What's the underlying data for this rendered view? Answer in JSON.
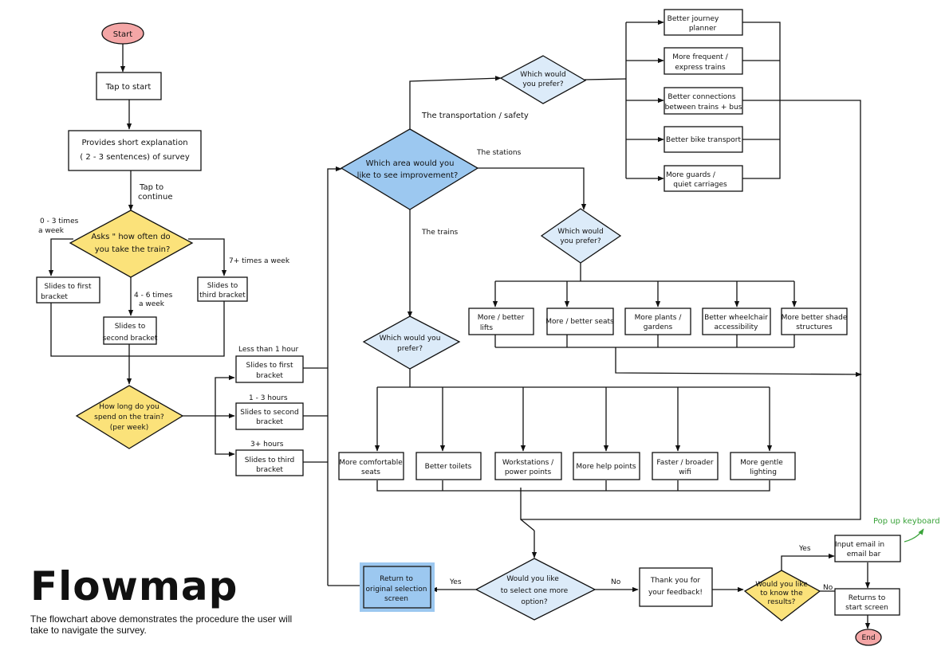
{
  "title": "Flowmap",
  "caption": "The flowchart above demonstrates the procedure the user will take to navigate the survey.",
  "colors": {
    "terminal_fill": "#f4a6a6",
    "blue_fill": "#9cc8f0",
    "light_blue_fill": "#dcebf9",
    "yellow_fill": "#fbe27a",
    "annotation": "#3aa33a"
  },
  "nodes": {
    "start": "Start",
    "tap_to_start": "Tap to start",
    "explanation": [
      "Provides short explanation",
      "( 2 - 3 sentences) of survey"
    ],
    "q_frequency": [
      "Asks \" how often do",
      "you take the train?"
    ],
    "first_bracket_freq": [
      "Slides to first",
      "bracket"
    ],
    "second_bracket_freq": [
      "Slides to",
      "second bracket"
    ],
    "third_bracket_freq": [
      "Slides to",
      "third bracket"
    ],
    "q_duration": [
      "How long do you",
      "spend on the train?",
      "(per week)"
    ],
    "first_bracket_dur": [
      "Slides to first",
      "bracket"
    ],
    "second_bracket_dur": [
      "Slides to second",
      "bracket"
    ],
    "third_bracket_dur": [
      "Slides to third",
      "bracket"
    ],
    "q_area": [
      "Which area would you",
      "like to see improvement?"
    ],
    "q_prefer_transport": [
      "Which would",
      "you prefer?"
    ],
    "q_prefer_stations": [
      "Which would",
      "you prefer?"
    ],
    "q_prefer_trains": [
      "Which would you",
      "prefer?"
    ],
    "transport_options": [
      [
        "Better journey",
        "planner"
      ],
      [
        "More frequent /",
        "express trains"
      ],
      [
        "Better connections",
        "between trains + bus"
      ],
      [
        "Better bike transport"
      ],
      [
        "More guards /",
        "quiet carriages"
      ]
    ],
    "station_options": [
      [
        "More / better",
        "lifts"
      ],
      [
        "More / better seats"
      ],
      [
        "More plants /",
        "gardens"
      ],
      [
        "Better wheelchair",
        "accessibility"
      ],
      [
        "More better shade",
        "structures"
      ]
    ],
    "train_options": [
      [
        "More comfortable",
        "seats"
      ],
      [
        "Better toilets"
      ],
      [
        "Workstations /",
        "power points"
      ],
      [
        "More help points"
      ],
      [
        "Faster / broader",
        "wifi"
      ],
      [
        "More gentle",
        "lighting"
      ]
    ],
    "return_original": [
      "Return to",
      "original selection",
      "screen"
    ],
    "q_one_more": [
      "Would you like",
      "to select one more",
      "option?"
    ],
    "thank_you": [
      "Thank you for",
      "your feedback!"
    ],
    "q_results": [
      "Would you like",
      "to know the",
      "results?"
    ],
    "input_email": [
      "Input email in",
      "email bar"
    ],
    "returns_start": [
      "Returns to",
      "start screen"
    ],
    "end": "End"
  },
  "edge_labels": {
    "tap_continue": [
      "Tap to",
      "continue"
    ],
    "freq_0_3": [
      "0 - 3 times",
      "a week"
    ],
    "freq_4_6": [
      "4 - 6 times",
      "a week"
    ],
    "freq_7": "7+ times a week",
    "dur_lt1": "Less than 1 hour",
    "dur_1_3": "1 - 3 hours",
    "dur_3": "3+ hours",
    "transport": "The transportation / safety",
    "stations": "The stations",
    "trains": "The trains",
    "yes_return": "Yes",
    "no_thanks": "No",
    "yes_email": "Yes",
    "no_results": "No",
    "popup_keyboard": "Pop up keyboard"
  }
}
